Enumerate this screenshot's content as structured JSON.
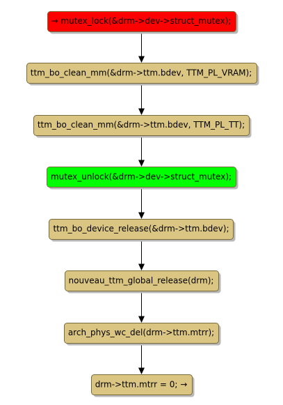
{
  "colors": {
    "background": "#ffffff",
    "node_default": "#dbc582",
    "node_border": "#7a6a3a",
    "node_shadow": "#b8b8b8",
    "highlight_lock": "#ff0000",
    "highlight_unlock": "#00ff00",
    "edge": "#000000",
    "text": "#000000"
  },
  "flow": {
    "nodes": [
      {
        "id": "lock",
        "label": "→ mutex_lock(&drm->dev->struct_mutex);",
        "color": "#ff0000"
      },
      {
        "id": "clean-vram",
        "label": "ttm_bo_clean_mm(&drm->ttm.bdev, TTM_PL_VRAM);",
        "color": "#dbc582"
      },
      {
        "id": "clean-tt",
        "label": "ttm_bo_clean_mm(&drm->ttm.bdev, TTM_PL_TT);",
        "color": "#dbc582"
      },
      {
        "id": "unlock",
        "label": "mutex_unlock(&drm->dev->struct_mutex);",
        "color": "#00ff00"
      },
      {
        "id": "device-release",
        "label": "ttm_bo_device_release(&drm->ttm.bdev);",
        "color": "#dbc582"
      },
      {
        "id": "global-release",
        "label": "nouveau_ttm_global_release(drm);",
        "color": "#dbc582"
      },
      {
        "id": "wc-del",
        "label": "arch_phys_wc_del(drm->ttm.mtrr);",
        "color": "#dbc582"
      },
      {
        "id": "mtrr-zero",
        "label": "drm->ttm.mtrr = 0; →",
        "color": "#dbc582"
      }
    ]
  }
}
